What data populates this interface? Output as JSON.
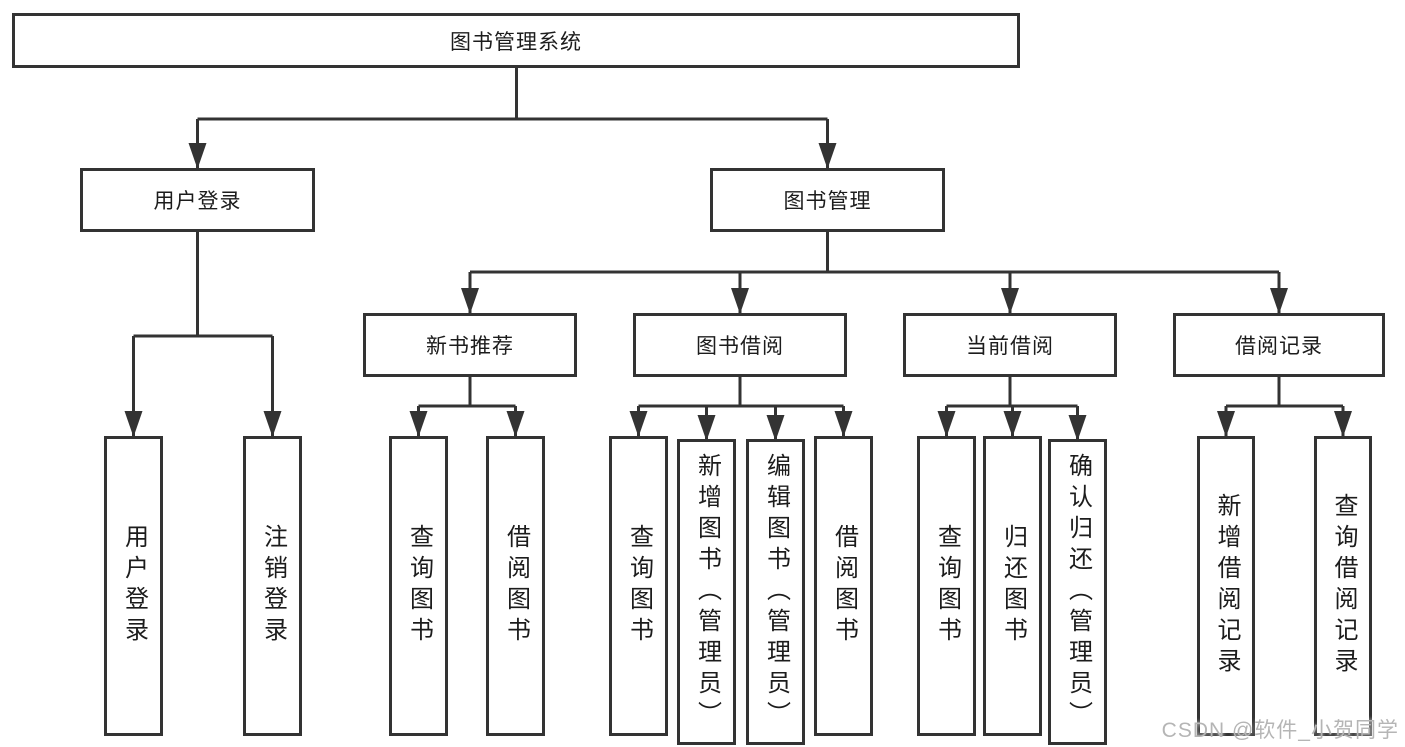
{
  "diagram": {
    "root": "图书管理系统",
    "branches": [
      {
        "label": "用户登录",
        "leaves": [
          "用户登录",
          "注销登录"
        ]
      },
      {
        "label": "图书管理",
        "groups": [
          {
            "label": "新书推荐",
            "leaves": [
              "查询图书",
              "借阅图书"
            ]
          },
          {
            "label": "图书借阅",
            "leaves": [
              "查询图书",
              "新增图书（管理员）",
              "编辑图书（管理员）",
              "借阅图书"
            ]
          },
          {
            "label": "当前借阅",
            "leaves": [
              "查询图书",
              "归还图书",
              "确认归还（管理员）"
            ]
          },
          {
            "label": "借阅记录",
            "leaves": [
              "新增借阅记录",
              "查询借阅记录"
            ]
          }
        ]
      }
    ]
  },
  "colors": {
    "line": "#333333",
    "text": "#1c1c1c",
    "watermark": "#b5b5b5",
    "background": "#ffffff"
  },
  "watermark": "CSDN @软件_小贺同学"
}
